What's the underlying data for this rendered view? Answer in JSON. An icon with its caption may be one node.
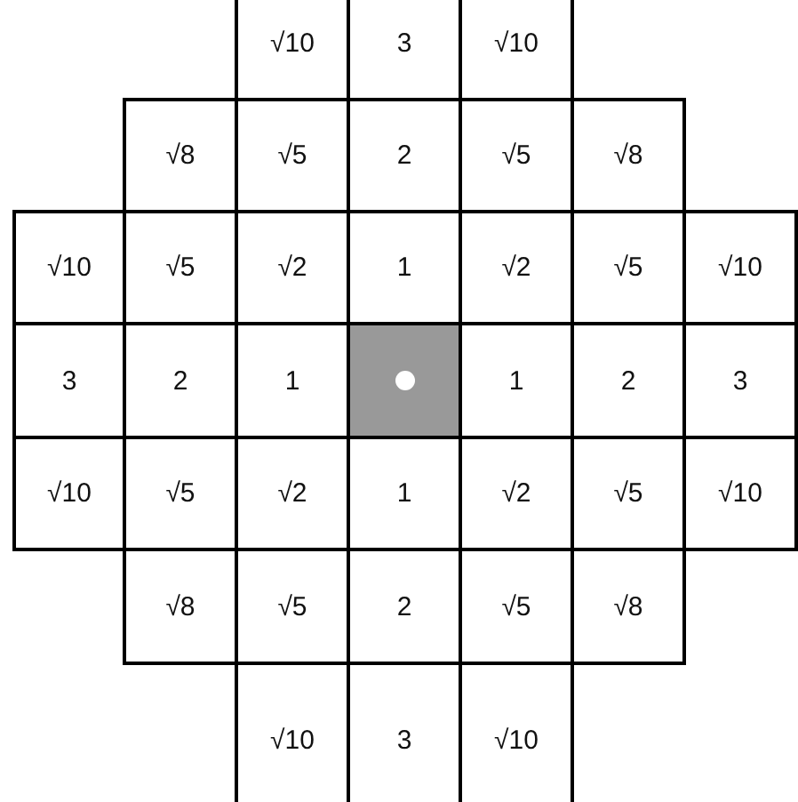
{
  "diagram": {
    "labels": [
      "√10",
      "3",
      "√10",
      "√8",
      "√5",
      "2",
      "√5",
      "√8",
      "√10",
      "√5",
      "√2",
      "1",
      "√2",
      "√5",
      "√10",
      "3",
      "2",
      "1",
      "1",
      "2",
      "3",
      "√10",
      "√5",
      "√2",
      "1",
      "√2",
      "√5",
      "√10",
      "√8",
      "√5",
      "2",
      "√5",
      "√8",
      "√10",
      "3",
      "√10"
    ]
  }
}
